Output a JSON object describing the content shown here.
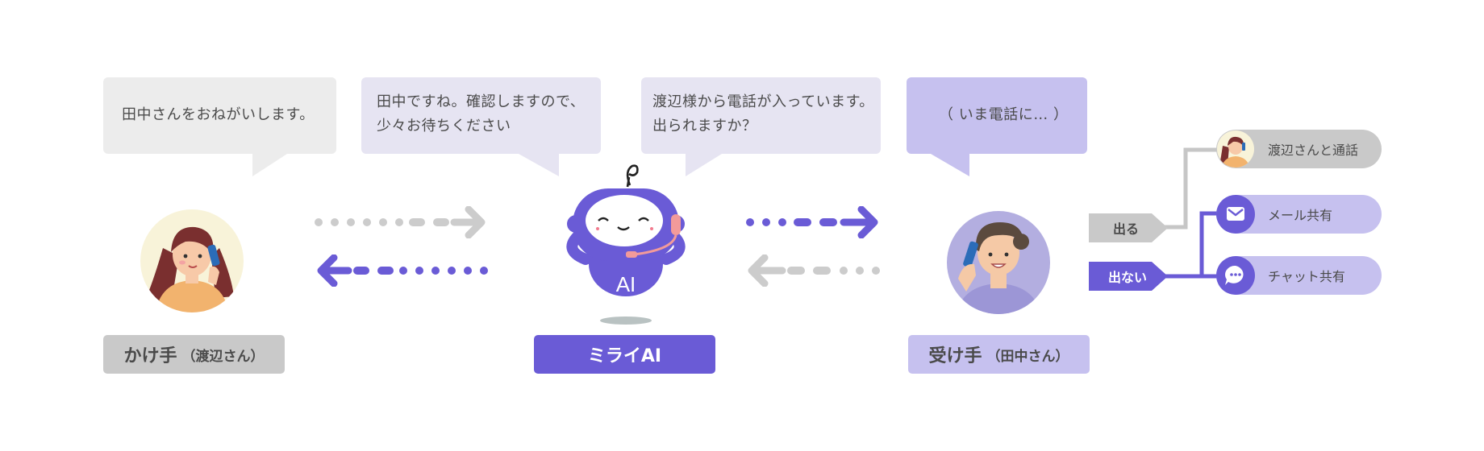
{
  "bubbles": {
    "caller": "田中さんをおねがいします。",
    "ai_to_caller": "田中ですね。確認しますので、\n少々お待ちください",
    "ai_to_receiver": "渡辺様から電話が入っています。\n出られますか？",
    "receiver": "（ いま電話に… ）"
  },
  "labels": {
    "caller_main": "かけ手",
    "caller_sub": "（渡辺さん）",
    "ai_main": "ミライAI",
    "receiver_main": "受け手",
    "receiver_sub": "（田中さん）",
    "robot_chest": "AI"
  },
  "branches": {
    "answer": "出る",
    "no_answer": "出ない",
    "outcomes": {
      "call": "渡辺さんと通話",
      "mail": "メール共有",
      "chat": "チャット共有"
    }
  },
  "colors": {
    "purple": "#6a5bd6",
    "light_purple": "#c6c1ef",
    "lavender_bubble": "#e6e4f2",
    "gray": "#cfcfcf",
    "light_gray": "#ececec"
  },
  "icons": [
    "woman-caller-avatar",
    "ai-robot-icon",
    "man-receiver-avatar",
    "mail-icon",
    "chat-icon"
  ]
}
